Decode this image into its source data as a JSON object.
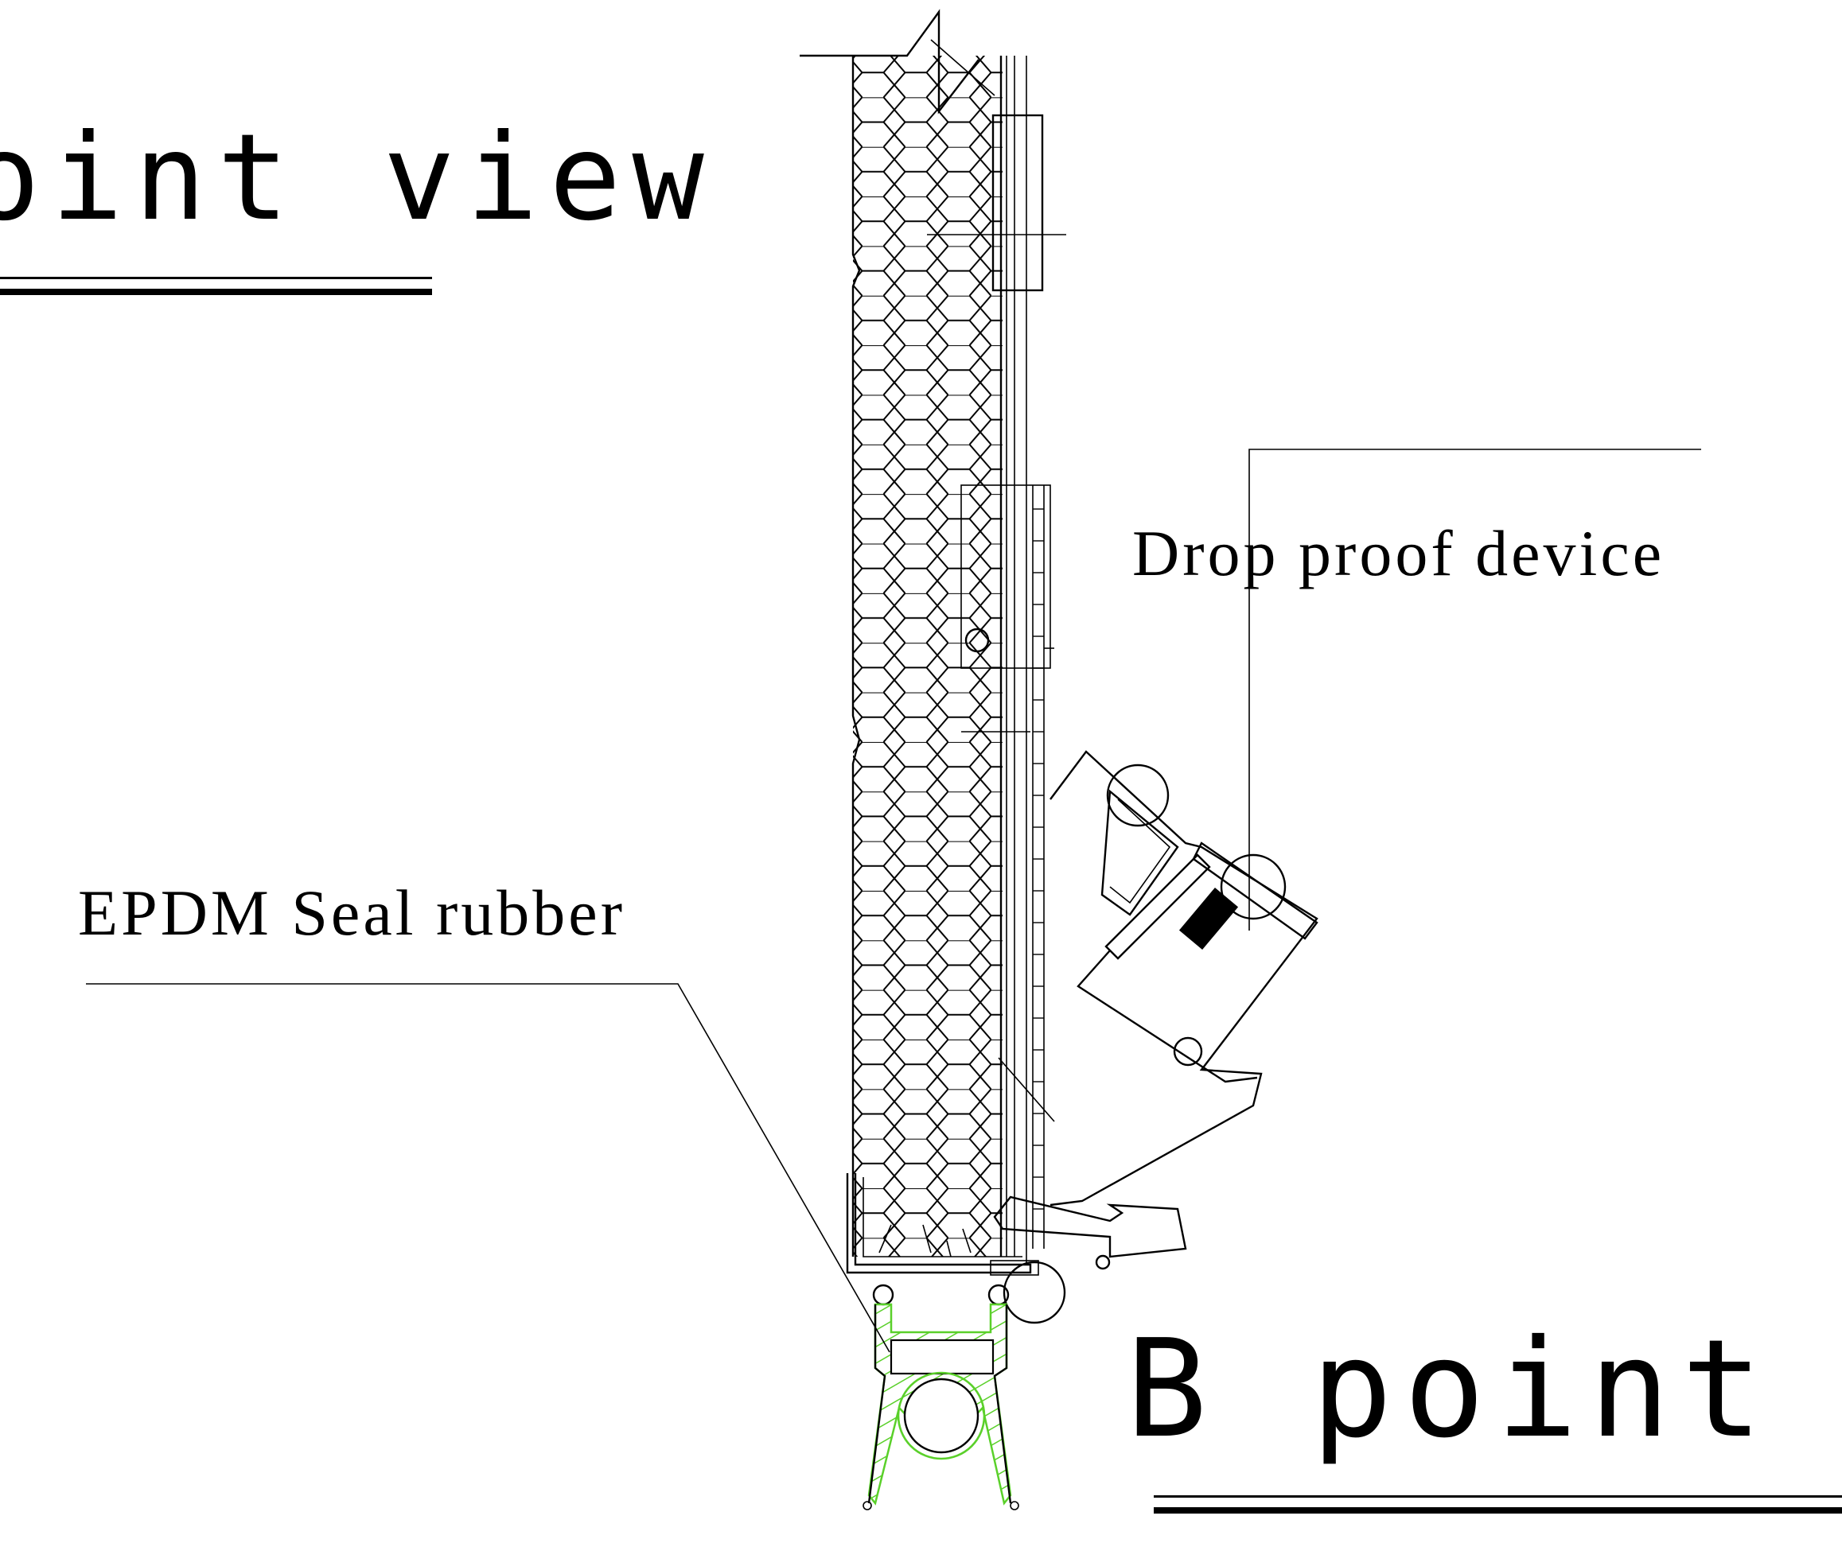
{
  "titles": {
    "top_left": "oint view",
    "bottom_right": "B point vi"
  },
  "labels": {
    "drop_proof": "Drop proof device",
    "epdm": "EPDM Seal rubber"
  },
  "colors": {
    "line": "#000000",
    "seal_hatch": "#5ad02a",
    "background": "#ffffff"
  }
}
